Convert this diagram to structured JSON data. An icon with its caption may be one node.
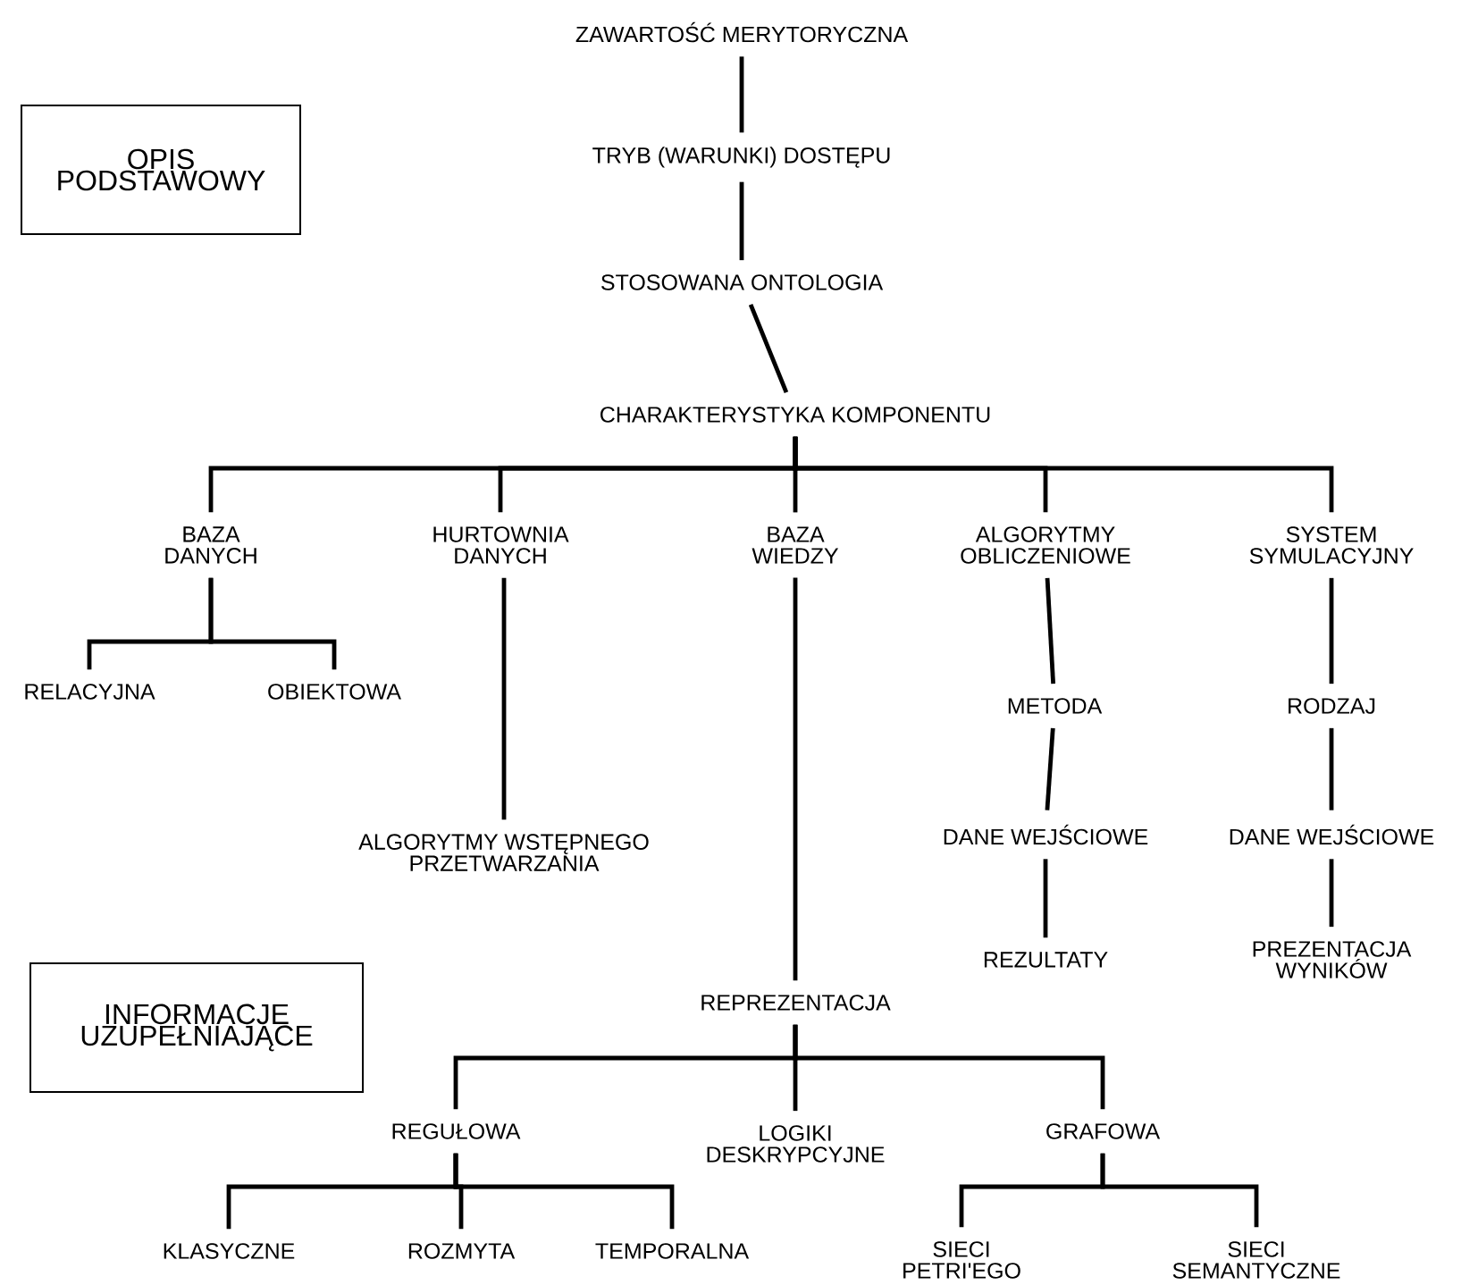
{
  "diagram": {
    "nodes": [
      {
        "text": [
          "OPIS PODSTAWOWY"
        ]
      },
      {
        "text": [
          "ZAWARTOŚĆ MERYTORYCZNA"
        ]
      },
      {
        "text": [
          "TRYB (WARUNKI) DOSTĘPU"
        ]
      },
      {
        "text": [
          "STOSOWANA ONTOLOGIA"
        ]
      },
      {
        "text": [
          "CHARAKTERYSTYKA KOMPONENTU"
        ]
      },
      {
        "text": [
          "BAZA DANYCH"
        ]
      },
      {
        "text": [
          "HURTOWNIA DANYCH"
        ]
      },
      {
        "text": [
          "BAZA WIEDZY"
        ]
      },
      {
        "text": [
          "ALGORYTMY OBLICZENIOWE"
        ]
      },
      {
        "text": [
          "SYSTEM SYMULACYJNY"
        ]
      },
      {
        "text": [
          "RELACYJNA"
        ]
      },
      {
        "text": [
          "OBIEKTOWA"
        ]
      },
      {
        "text": [
          "METODA"
        ]
      },
      {
        "text": [
          "RODZAJ"
        ]
      },
      {
        "text": [
          "ALGORYTMY WSTĘPNEGO PRZETWARZANIA"
        ]
      },
      {
        "text": [
          "DANE WEJŚCIOWE"
        ]
      },
      {
        "text": [
          "DANE WEJŚCIOWE"
        ]
      },
      {
        "text": [
          "REZULTATY"
        ]
      },
      {
        "text": [
          "PREZENTACJA WYNIKÓW"
        ]
      },
      {
        "text": [
          "INFORMACJE UZUPEŁNIAJĄCE"
        ]
      },
      {
        "text": [
          "REPREZENTACJA"
        ]
      },
      {
        "text": [
          "REGUŁOWA"
        ]
      },
      {
        "text": [
          "LOGIKI DESKRYPCYJNE"
        ]
      },
      {
        "text": [
          "GRAFOWA"
        ]
      },
      {
        "text": [
          "KLASYCZNE"
        ]
      },
      {
        "text": [
          "ROZMYTA"
        ]
      },
      {
        "text": [
          "TEMPORALNA"
        ]
      },
      {
        "text": [
          "SIECI PETRI'EGO"
        ]
      },
      {
        "text": [
          "SIECI SEMANTYCZNE"
        ]
      }
    ],
    "edges": [
      {
        "from": 1,
        "to": 2,
        "arrow": "none"
      },
      {
        "from": 2,
        "to": 3,
        "arrow": "none"
      },
      {
        "from": 3,
        "to": 4,
        "arrow": "none"
      },
      {
        "from": 4,
        "to": 5,
        "arrow": "none"
      },
      {
        "from": 4,
        "to": 6,
        "arrow": "none"
      },
      {
        "from": 4,
        "to": 7,
        "arrow": "none"
      },
      {
        "from": 4,
        "to": 8,
        "arrow": "none"
      },
      {
        "from": 4,
        "to": 9,
        "arrow": "none"
      },
      {
        "from": 5,
        "to": 10,
        "arrow": "none"
      },
      {
        "from": 5,
        "to": 11,
        "arrow": "none"
      },
      {
        "from": 6,
        "to": 14,
        "arrow": "none"
      },
      {
        "from": 7,
        "to": 20,
        "arrow": "none"
      },
      {
        "from": 8,
        "to": 12,
        "arrow": "none"
      },
      {
        "from": 12,
        "to": 15,
        "arrow": "none"
      },
      {
        "from": 15,
        "to": 17,
        "arrow": "none"
      },
      {
        "from": 9,
        "to": 13,
        "arrow": "none"
      },
      {
        "from": 13,
        "to": 16,
        "arrow": "none"
      },
      {
        "from": 16,
        "to": 18,
        "arrow": "none"
      },
      {
        "from": 20,
        "to": 21,
        "arrow": "none"
      },
      {
        "from": 20,
        "to": 22,
        "arrow": "none"
      },
      {
        "from": 20,
        "to": 23,
        "arrow": "none"
      },
      {
        "from": 21,
        "to": 24,
        "arrow": "none"
      },
      {
        "from": 21,
        "to": 25,
        "arrow": "none"
      },
      {
        "from": 21,
        "to": 26,
        "arrow": "none"
      },
      {
        "from": 23,
        "to": 27,
        "arrow": "none"
      },
      {
        "from": 23,
        "to": 28,
        "arrow": "none"
      }
    ]
  }
}
